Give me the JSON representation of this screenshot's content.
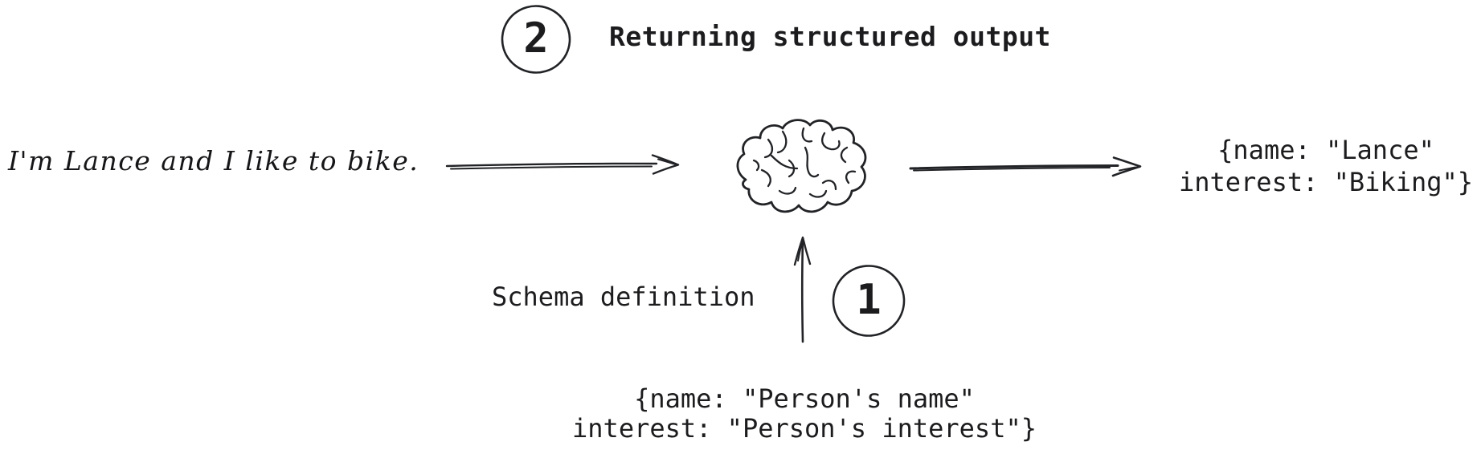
{
  "page": {
    "background": "#ffffff",
    "ink": "#1c1c1e"
  },
  "steps": {
    "step1": {
      "number": "1",
      "label": "Schema definition"
    },
    "step2": {
      "number": "2",
      "label": "Returning structured output"
    }
  },
  "input": {
    "text": "I'm Lance and I like to bike."
  },
  "output": {
    "line1": "{name: \"Lance\"",
    "line2": "interest: \"Biking\"}"
  },
  "schema": {
    "line1": "{name: \"Person's name\"",
    "line2": "interest: \"Person's interest\"}"
  },
  "icons": {
    "brain": "llm-brain-sketch-icon",
    "input_arrow": "arrow-right-icon",
    "output_arrow": "arrow-right-icon",
    "schema_arrow": "arrow-up-icon",
    "step_badges": "hand-drawn-circle-icon"
  }
}
